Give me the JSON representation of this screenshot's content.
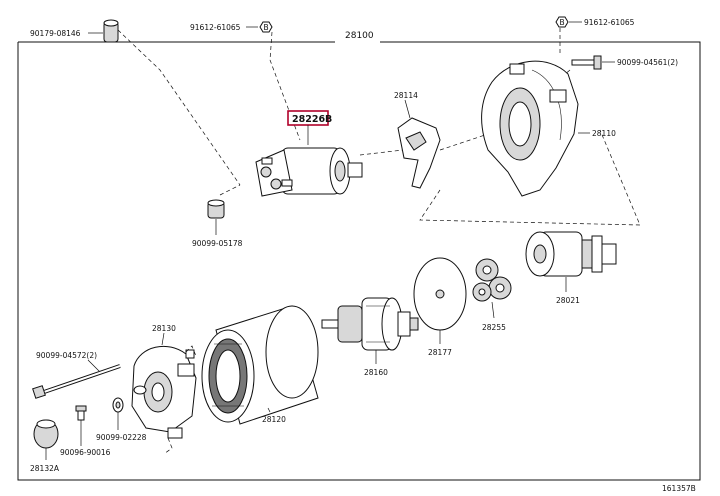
{
  "labels": {
    "p90179": "90179-08146",
    "p91612a": "91612-61065",
    "p28100": "28100",
    "p91612b": "91612-61065",
    "p90099_04561": "90099-04561(2)",
    "p28226b": "28226B",
    "p28114": "28114",
    "p28110": "28110",
    "p90099_05178": "90099-05178",
    "p28021": "28021",
    "p28130": "28130",
    "p28255": "28255",
    "p90099_04572": "90099-04572(2)",
    "p28160": "28160",
    "p28177": "28177",
    "p28120": "28120",
    "p90099_02228": "90099-02228",
    "p90096_90016": "90096-90016",
    "p28132a": "28132A",
    "figure_no": "161357B"
  },
  "symbols": {
    "hex_mark": "B"
  },
  "colors": {
    "highlight_box": "#b0002a"
  }
}
